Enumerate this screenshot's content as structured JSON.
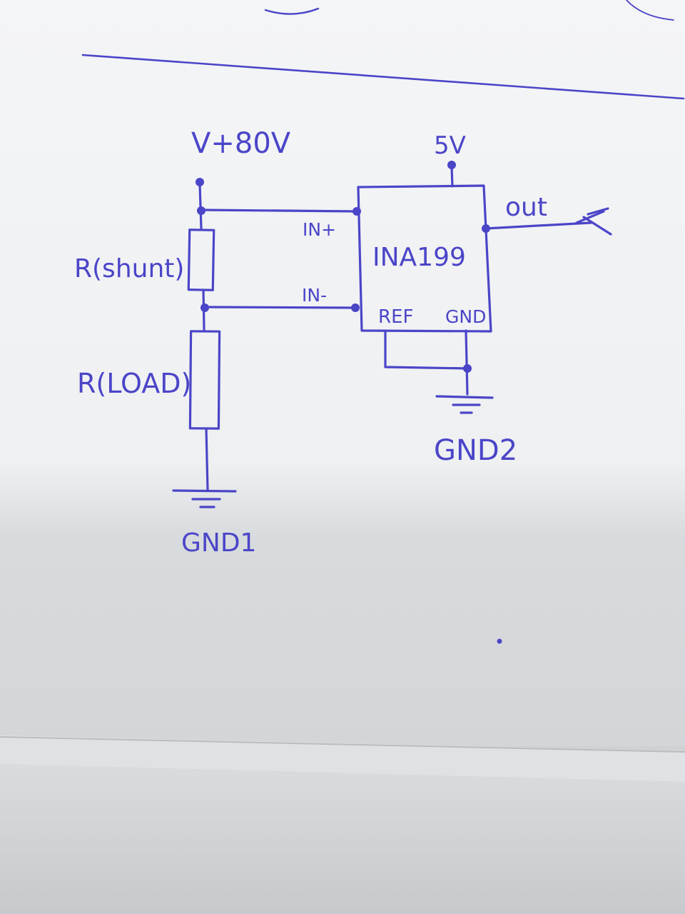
{
  "diagram": {
    "labels": {
      "supply": "V+80V",
      "vcc": "5V",
      "out": "out",
      "in_plus": "IN+",
      "in_minus": "IN-",
      "ic_name": "INA199",
      "ref": "REF",
      "ic_gnd": "GND",
      "r_shunt": "R(shunt)",
      "r_load": "R(LOAD)",
      "gnd1": "GND1",
      "gnd2": "GND2"
    },
    "colors": {
      "ink": "#4b45c8",
      "paper": "#f3f4f6",
      "shadow": "#c9cdce"
    }
  }
}
